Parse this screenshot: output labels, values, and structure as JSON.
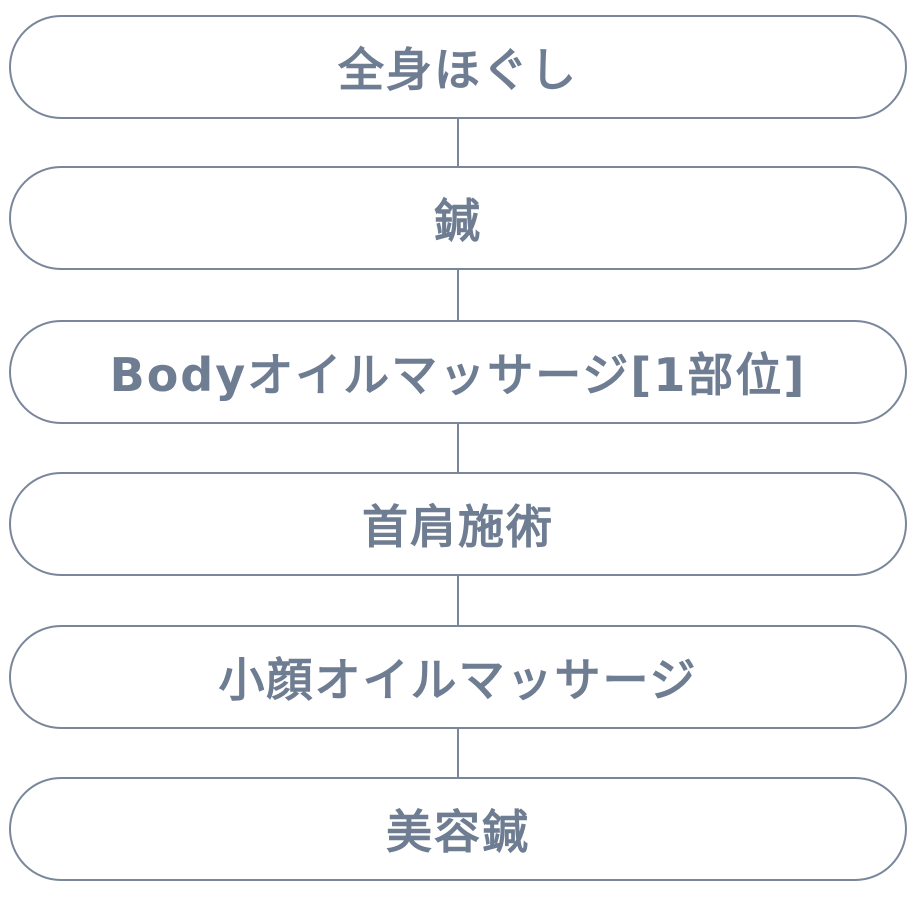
{
  "steps": [
    {
      "label": "全身ほぐし"
    },
    {
      "label": "鍼"
    },
    {
      "label": "Bodyオイルマッサージ[1部位]"
    },
    {
      "label": "首肩施術"
    },
    {
      "label": "小顔オイルマッサージ"
    },
    {
      "label": "美容鍼"
    }
  ],
  "colors": {
    "border": "#7a879b",
    "text": "#6f7d92",
    "background": "#ffffff"
  }
}
